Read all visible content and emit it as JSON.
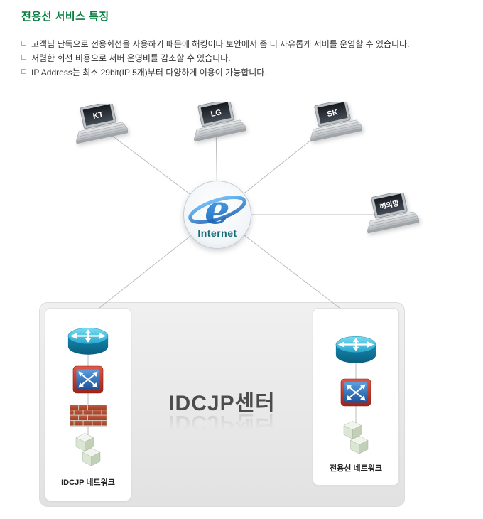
{
  "header": {
    "title": "전용선 서비스 특징"
  },
  "features": [
    "고객님 단독으로 전용회선을 사용하기 때문에 해킹이나 보안에서 좀 더 자유롭게 서버를 운영할 수 있습니다.",
    "저렴한 회선 비용으로 서버 운영비를 감소할 수 있습니다.",
    "IP Address는 최소 29bit(IP 5개)부터 다양하게 이용이 가능합니다."
  ],
  "diagram": {
    "laptops": [
      {
        "label": "KT"
      },
      {
        "label": "LG"
      },
      {
        "label": "SK"
      },
      {
        "label": "해외망"
      }
    ],
    "internet": {
      "label": "Internet",
      "logo_letter": "e"
    },
    "datacenter": {
      "title": "IDCJP센터",
      "left_network": {
        "label": "IDCJP 네트워크",
        "icons": [
          "router-icon",
          "switch-icon",
          "firewall-icon",
          "server-icon"
        ]
      },
      "right_network": {
        "label": "전용선 네트워크",
        "icons": [
          "router-icon",
          "switch-icon",
          "server-icon"
        ]
      }
    }
  },
  "colors": {
    "title_green": "#0a8040",
    "internet_label_teal": "#146c78",
    "center_title_gray": "#4c4c4c",
    "connector_line": "#b9bcbe",
    "router_cyan": "#2aa6cc",
    "switch_red": "#c0392b",
    "switch_blue": "#1c4f96",
    "firewall_brick": "#a84830",
    "ie_blue": "#1b64b8"
  }
}
